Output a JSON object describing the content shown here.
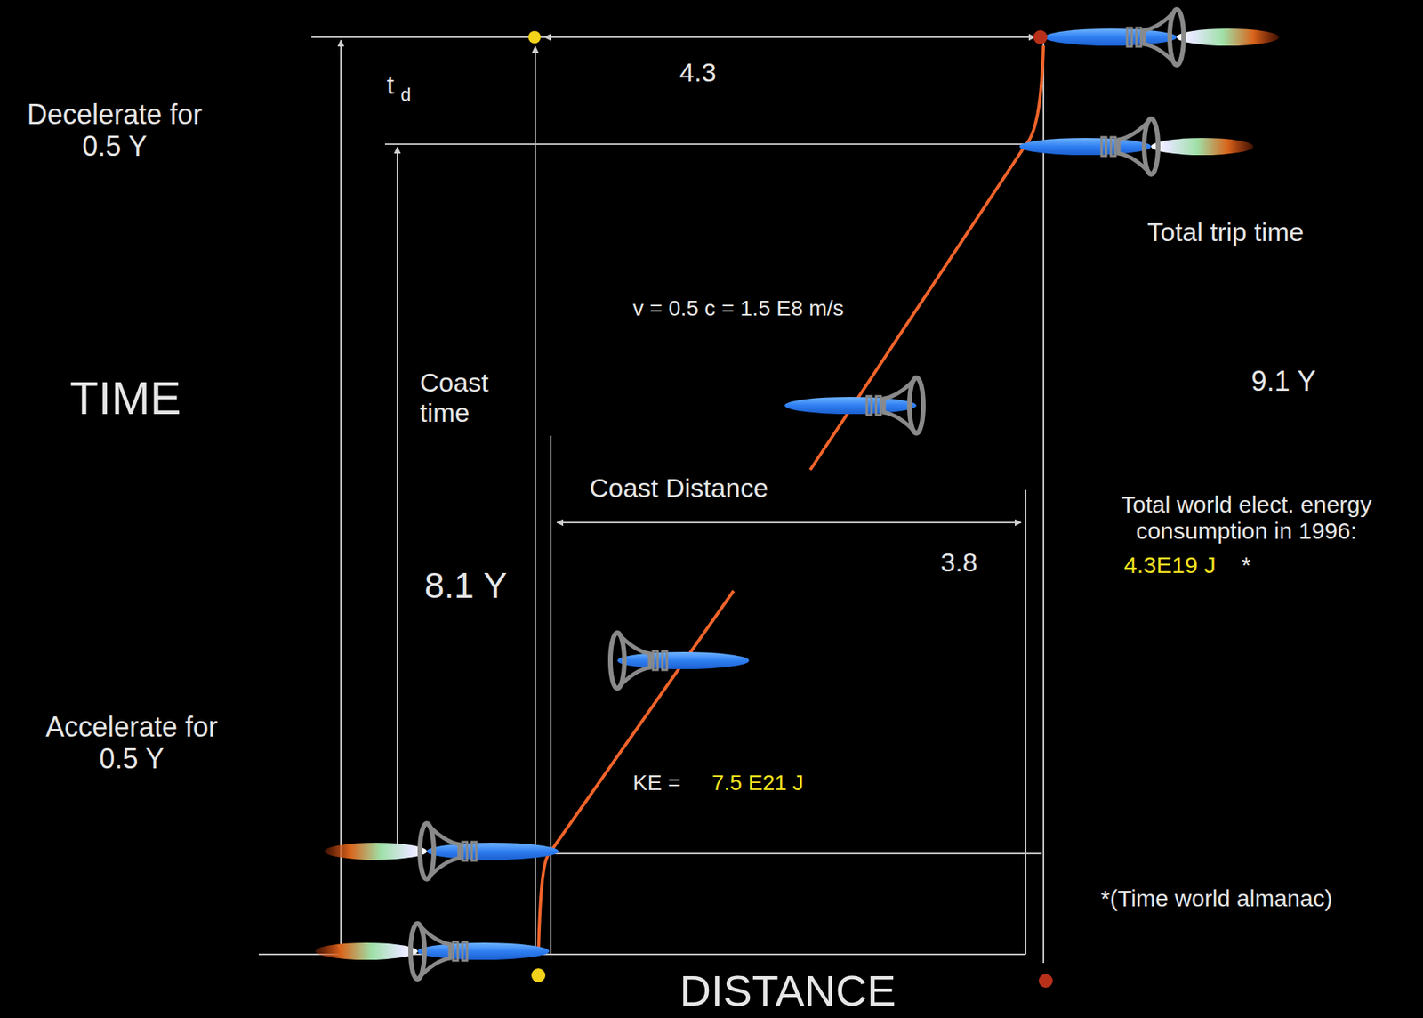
{
  "diagram": {
    "labels": [
      "4.3",
      "t",
      "d",
      "Decelerate for 0.5 Y",
      "Total trip time",
      "v = 0.5 c = 1.5 E8 m/s",
      "TIME",
      "Coast time",
      "9.1 Y",
      "Coast Distance",
      "Total world elect. energy consumption in 1996:",
      "4.3E19 J",
      "*",
      "3.8",
      "8.1 Y",
      "Accelerate for 0.5 Y",
      "KE =",
      "7.5 E21 J",
      "*(Time world almanac)",
      "DISTANCE"
    ]
  }
}
